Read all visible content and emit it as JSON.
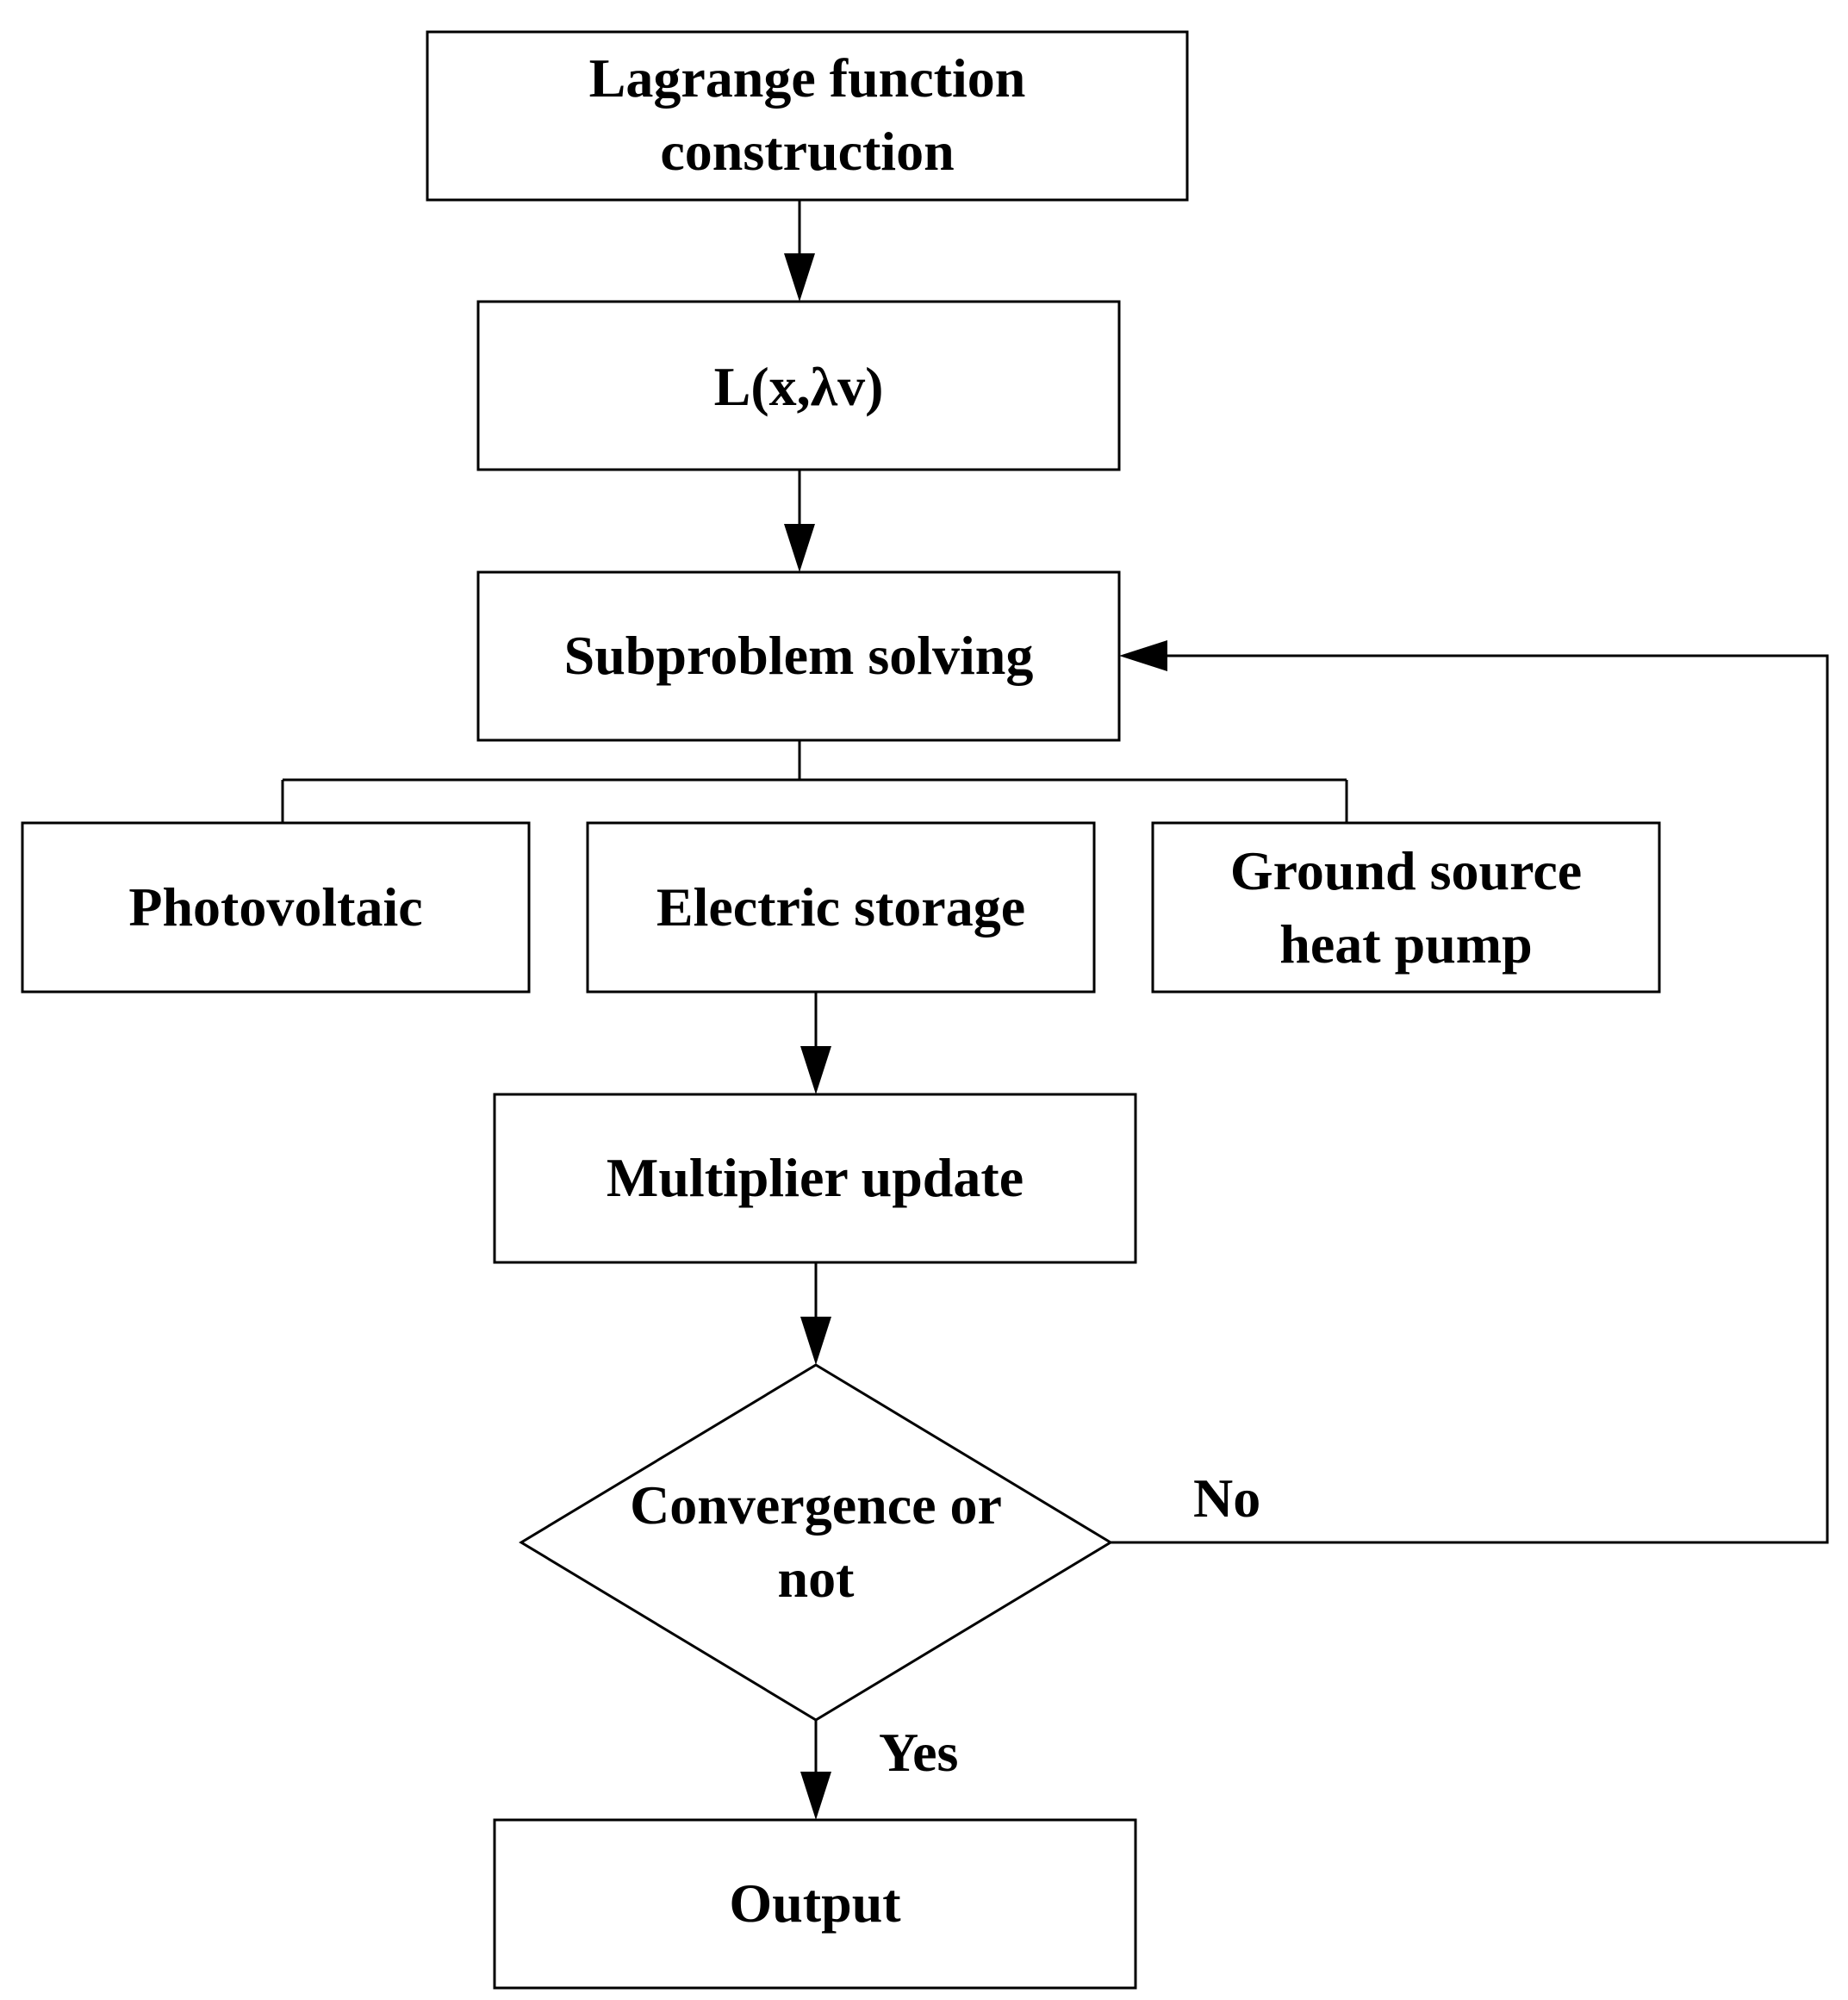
{
  "nodes": {
    "lagrange": {
      "line1": "Lagrange function",
      "line2": "construction"
    },
    "lfunc": {
      "label": "L(x,λv)"
    },
    "subproblem": {
      "label": "Subproblem solving"
    },
    "photovoltaic": {
      "label": "Photovoltaic"
    },
    "storage": {
      "label": "Electric storage"
    },
    "gshp": {
      "line1": "Ground source",
      "line2": "heat pump"
    },
    "multiplier": {
      "label": "Multiplier update"
    },
    "convergence": {
      "line1": "Convergence or",
      "line2": "not"
    },
    "output": {
      "label": "Output"
    }
  },
  "edges": {
    "no_label": "No",
    "yes_label": "Yes"
  }
}
